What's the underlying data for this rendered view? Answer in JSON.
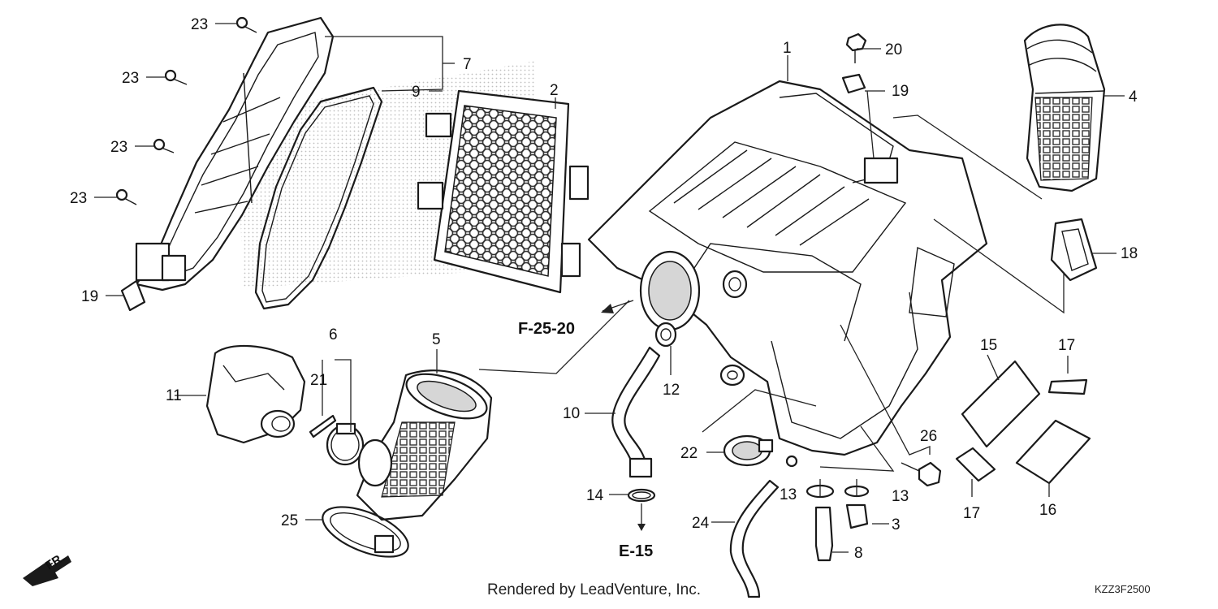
{
  "callouts": {
    "c1": "1",
    "c2": "2",
    "c3": "3",
    "c4": "4",
    "c5": "5",
    "c6": "6",
    "c7": "7",
    "c8": "8",
    "c9": "9",
    "c10": "10",
    "c11": "11",
    "c12": "12",
    "c13a": "13",
    "c13b": "13",
    "c14": "14",
    "c15": "15",
    "c16": "16",
    "c17a": "17",
    "c17b": "17",
    "c18": "18",
    "c19a": "19",
    "c19b": "19",
    "c20": "20",
    "c21": "21",
    "c22": "22",
    "c23a": "23",
    "c23b": "23",
    "c23c": "23",
    "c23d": "23",
    "c24": "24",
    "c25": "25",
    "c26": "26"
  },
  "references": {
    "f_ref": "F-25-20",
    "e_ref": "E-15"
  },
  "direction": {
    "label": "FR."
  },
  "footer": {
    "credit": "Rendered by LeadVenture, Inc.",
    "diagram_code": "KZZ3F2500"
  },
  "colors": {
    "line": "#1a1a1a",
    "background": "#ffffff",
    "shade": "#d6d6d6"
  }
}
